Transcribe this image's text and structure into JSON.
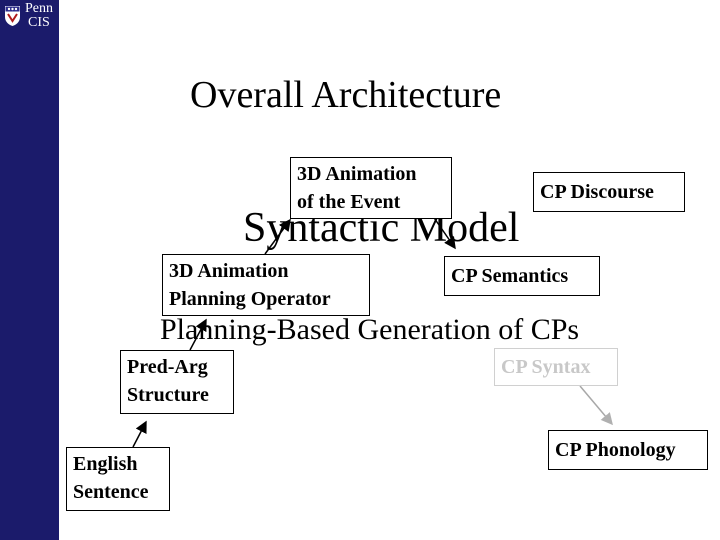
{
  "logo": {
    "line1": "Penn",
    "line2": "CIS"
  },
  "title": "Overall Architecture",
  "labels": {
    "syntactic_model": "Syntactic Model",
    "planning_generation": "Planning-Based Generation of CPs"
  },
  "boxes": {
    "animation_event": {
      "line1": "3D Animation",
      "line2": "of the Event"
    },
    "cp_discourse": {
      "line1": "CP Discourse"
    },
    "planning_operator": {
      "line1": "3D Animation",
      "line2": "Planning Operator"
    },
    "cp_semantics": {
      "line1": "CP Semantics"
    },
    "pred_arg": {
      "line1": "Pred-Arg",
      "line2": "Structure"
    },
    "cp_syntax": {
      "line1": "CP Syntax"
    },
    "english_sentence": {
      "line1": "English",
      "line2": "Sentence"
    },
    "cp_phonology": {
      "line1": "CP Phonology"
    }
  },
  "colors": {
    "sidebar": "#1b1b6b",
    "text": "#000000",
    "greyed": "#c8c8c8"
  }
}
